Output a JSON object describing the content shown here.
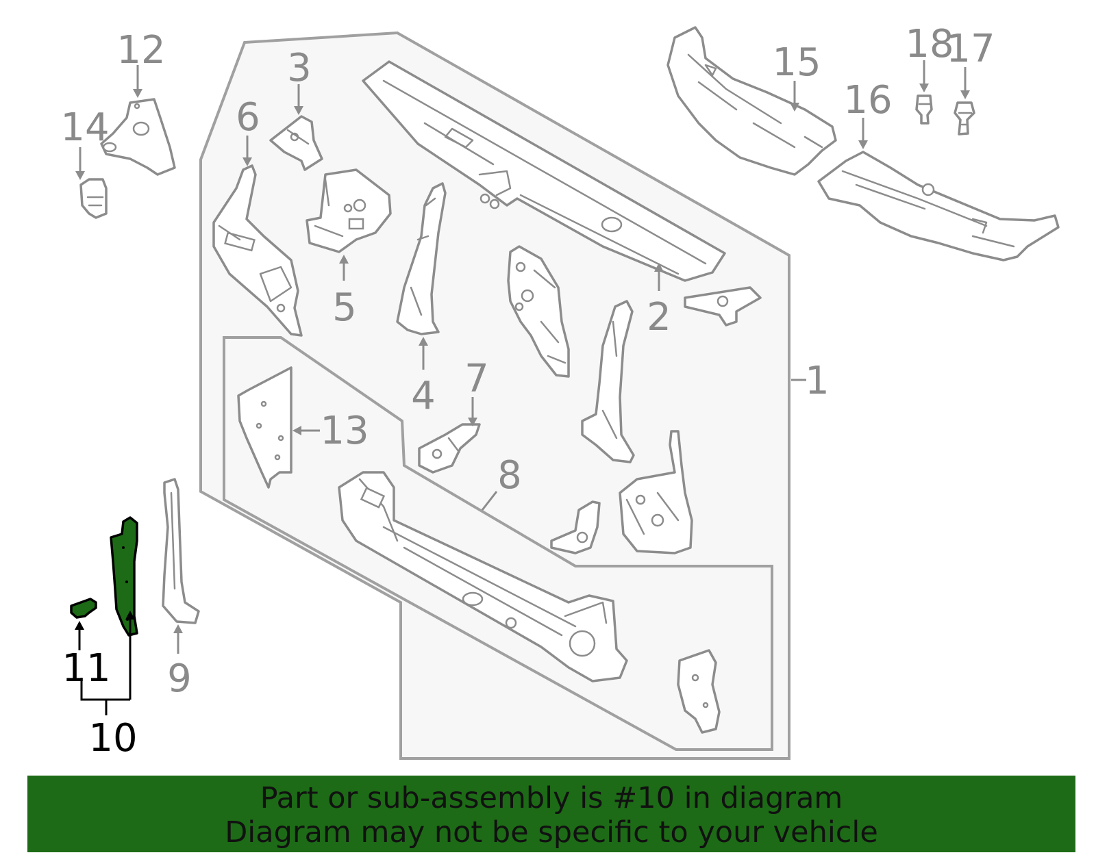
{
  "callouts": {
    "c1": "1",
    "c2": "2",
    "c3": "3",
    "c4": "4",
    "c5": "5",
    "c6": "6",
    "c7": "7",
    "c8": "8",
    "c9": "9",
    "c10": "10",
    "c11": "11",
    "c12": "12",
    "c13": "13",
    "c14": "14",
    "c15": "15",
    "c16": "16",
    "c17": "17",
    "c18": "18"
  },
  "highlighted_part": "10",
  "colors": {
    "highlight": "#1d6b16",
    "line": "#8c8c8c",
    "panel": "#f7f7f7"
  },
  "banner": {
    "line1": "Part or sub-assembly is #10 in diagram",
    "line2": "Diagram may not be specific to your vehicle"
  }
}
